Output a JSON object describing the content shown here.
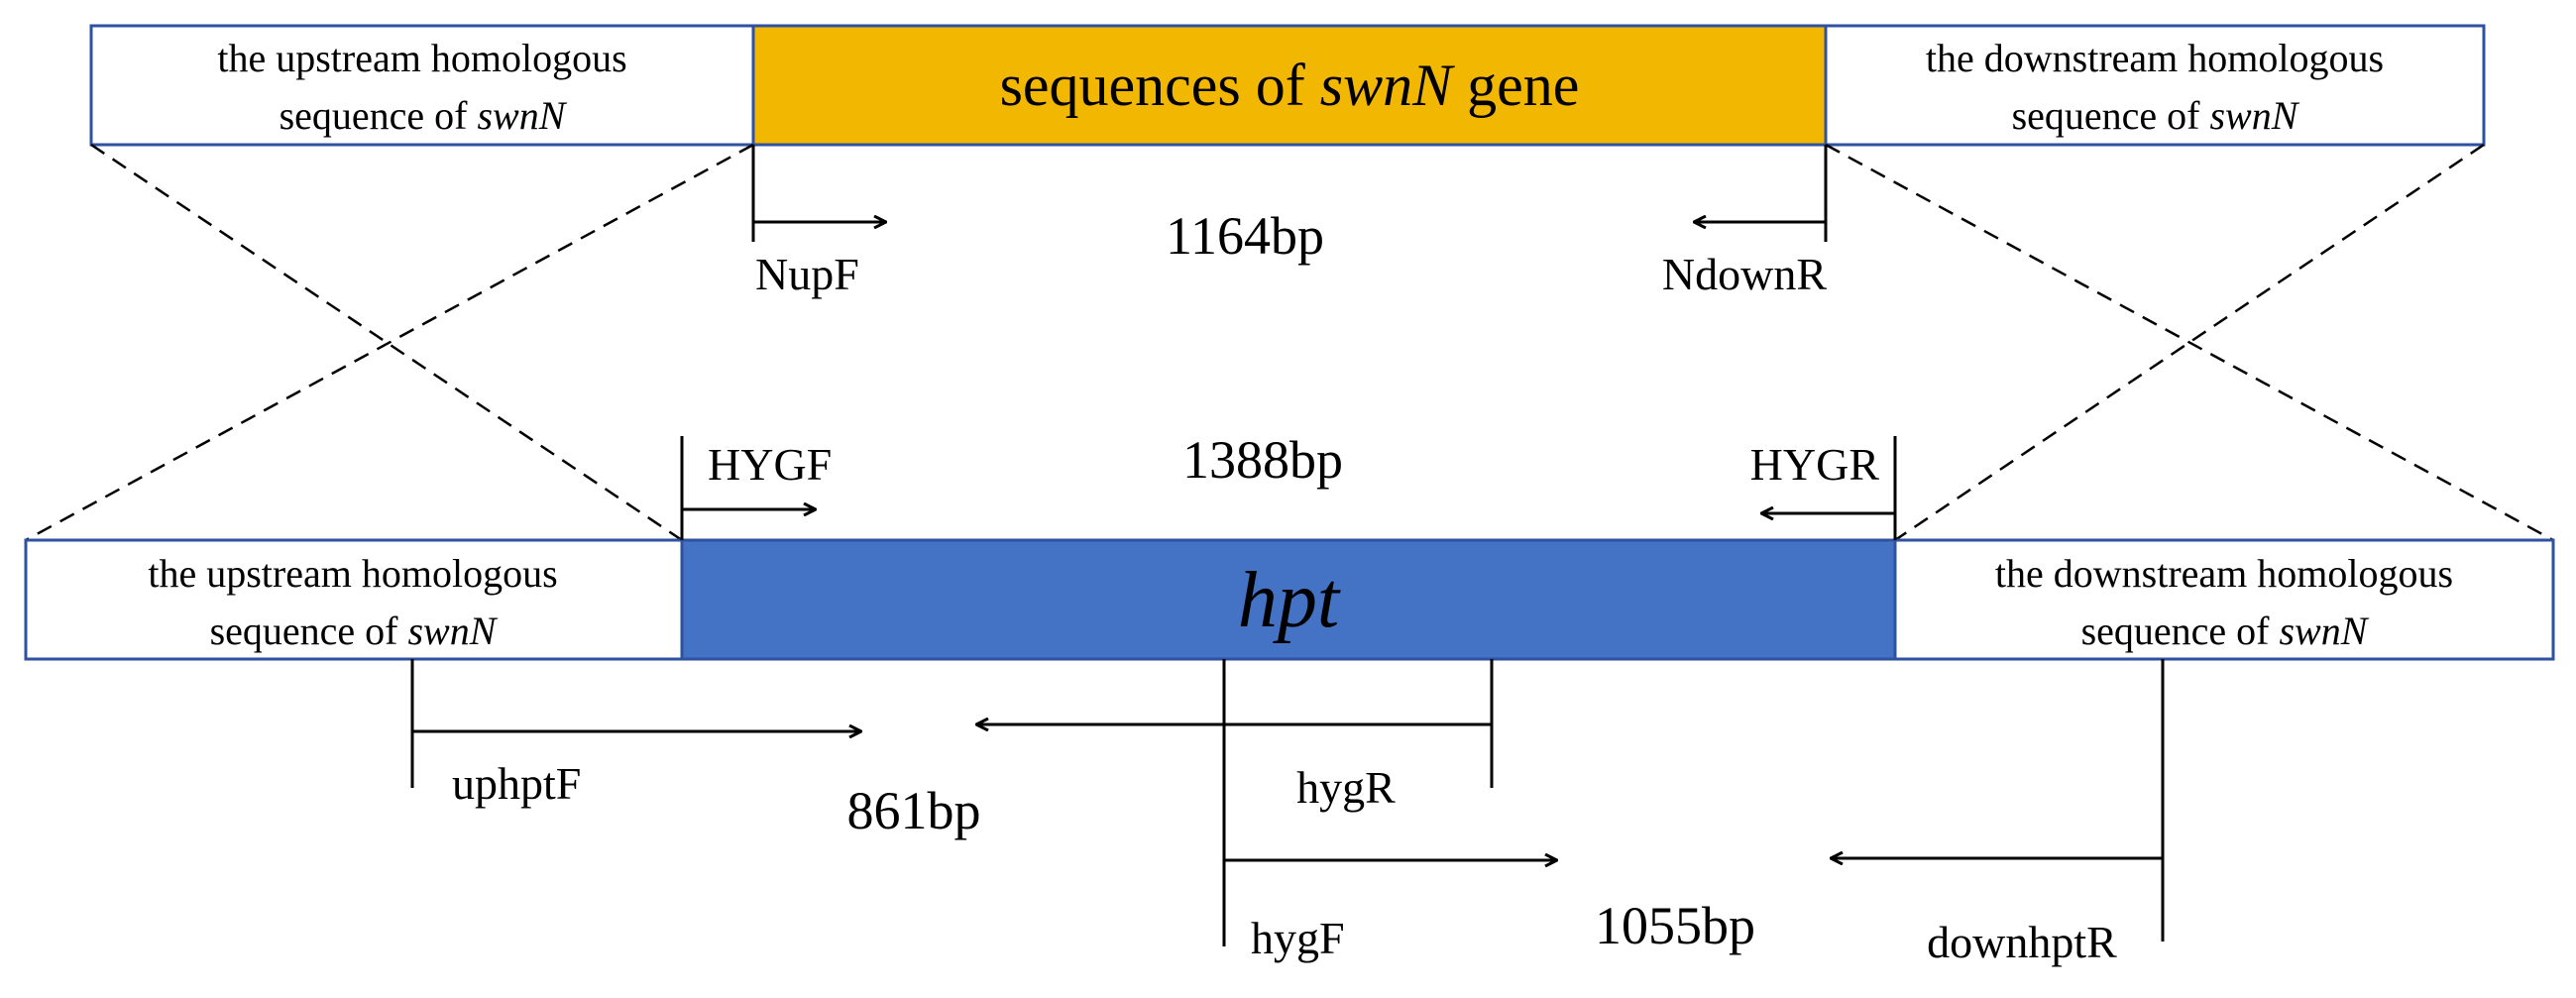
{
  "colors": {
    "swnN_fill": "#F2B700",
    "hpt_fill": "#4472C4",
    "box_border": "#2F52A0",
    "line": "#000000"
  },
  "top_construct": {
    "left_box": {
      "line1": "the upstream homologous",
      "line2_prefix": "sequence of ",
      "line2_italic": "swnN"
    },
    "center_box": {
      "prefix": "sequences of ",
      "italic": "swnN",
      "suffix": " gene"
    },
    "right_box": {
      "line1": "the downstream homologous",
      "line2_prefix": "sequence of ",
      "line2_italic": "swnN"
    },
    "primer_left": "NupF",
    "primer_right": "NdownR",
    "product_size": "1164bp"
  },
  "bottom_construct": {
    "left_box": {
      "line1": "the upstream homologous",
      "line2_prefix": "sequence of ",
      "line2_italic": "swnN"
    },
    "center_box": {
      "label": "hpt"
    },
    "right_box": {
      "line1": "the downstream homologous",
      "line2_prefix": "sequence of ",
      "line2_italic": "swnN"
    },
    "primer_left": "HYGF",
    "primer_right": "HYGR",
    "product_size": "1388bp"
  },
  "verification_pcr": {
    "upstream": {
      "primer_forward": "uphptF",
      "primer_reverse": "hygR",
      "product_size": "861bp"
    },
    "downstream": {
      "primer_forward": "hygF",
      "primer_reverse": "downhptR",
      "product_size": "1055bp"
    }
  }
}
